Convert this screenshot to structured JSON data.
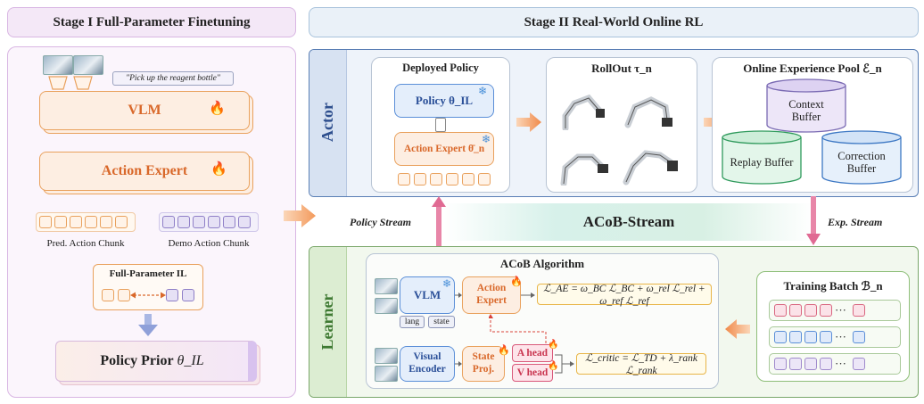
{
  "stage1": {
    "title": "Stage I Full-Parameter Finetuning",
    "prompt": "\"Pick up the reagent bottle\"",
    "vlm": "VLM",
    "action_expert": "Action Expert",
    "pred_chunk": "Pred. Action Chunk",
    "demo_chunk": "Demo Action Chunk",
    "fullparam_il": "Full-Parameter IL",
    "policy_prior": "Policy Prior",
    "policy_prior_sym": "θ_IL"
  },
  "stage2": {
    "title": "Stage II  Real-World Online RL",
    "actor_label": "Actor",
    "learner_label": "Learner",
    "deployed_policy": {
      "title": "Deployed Policy",
      "policy": "Policy θ_IL",
      "action_expert": "Action Expert θ̄_n"
    },
    "rollout": {
      "title": "RollOut τ_n"
    },
    "pool": {
      "title": "Online Experience Pool ℰ_n",
      "context": "Context Buffer",
      "replay": "Replay Buffer",
      "correction": "Correction Buffer"
    },
    "stream": {
      "center": "ACoB-Stream",
      "policy": "Policy Stream",
      "exp": "Exp. Stream"
    },
    "acob": {
      "title": "ACoB Algorithm",
      "vlm": "VLM",
      "action_expert": "Action Expert",
      "lang": "lang",
      "state": "state",
      "visual_encoder": "Visual Encoder",
      "state_proj": "State Proj.",
      "a_head": "A head",
      "v_head": "V head",
      "loss_ae": "ℒ_AE = ω_BC ℒ_BC + ω_rel ℒ_rel + ω_ref ℒ_ref",
      "loss_critic": "ℒ_critic = ℒ_TD + λ_rank ℒ_rank"
    },
    "training_batch": {
      "title": "Training Batch ℬ_n",
      "ellipsis": "···"
    }
  },
  "icons": {
    "fire": "fire-icon",
    "snow": "snowflake-icon",
    "arrow": "arrow-icon"
  },
  "colors": {
    "orange": "#e9a15d",
    "purple": "#8f7fc7",
    "blue": "#5b8fd8",
    "green": "#7aa76a",
    "pink": "#e06a93"
  }
}
